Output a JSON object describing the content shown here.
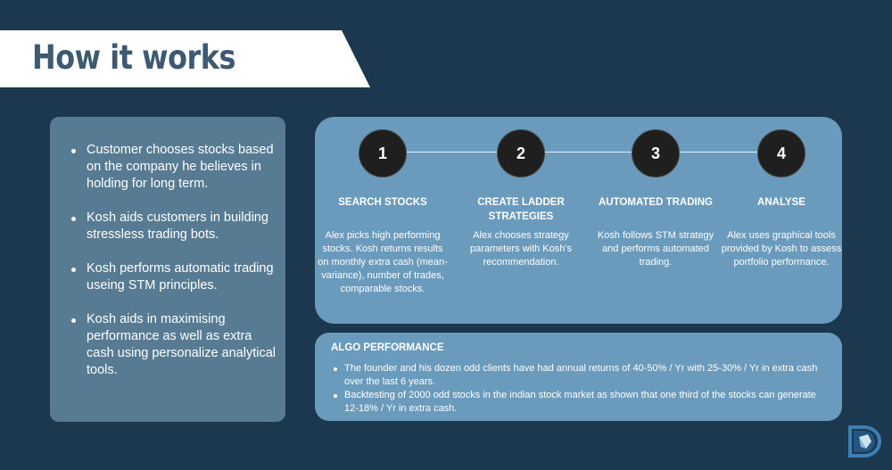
{
  "title": "How it works",
  "left_panel": {
    "items": [
      "Customer chooses stocks based on the company he believes in holding for long term.",
      "Kosh aids customers in building stressless trading bots.",
      "Kosh performs automatic trading useing STM principles.",
      "Kosh aids in maximising performance as well as extra cash using personalize analytical tools."
    ]
  },
  "steps": [
    {
      "number": "1",
      "title": "SEARCH STOCKS",
      "description": "Alex picks high performing stocks. Kosh returns results on monthly extra cash (mean-variance), number of trades, comparable stocks."
    },
    {
      "number": "2",
      "title": "CREATE LADDER STRATEGIES",
      "description": "Alex chooses strategy parameters with Kosh's recommendation."
    },
    {
      "number": "3",
      "title": "AUTOMATED TRADING",
      "description": "Kosh follows STM strategy and performs automated trading."
    },
    {
      "number": "4",
      "title": "ANALYSE",
      "description": "Alex uses graphical tools provided by Kosh to assess portfolio performance."
    }
  ],
  "algo_performance": {
    "title": "ALGO PERFORMANCE",
    "items": [
      "The founder and his dozen odd clients have had annual returns of 40-50% / Yr with 25-30% / Yr in extra cash over the last 6 years.",
      "Backtesting of 2000 odd stocks in the indian stock market as shown that one third of the stocks can generate 12-18% / Yr in extra cash."
    ]
  },
  "colors": {
    "background": "#1b384f",
    "left_card": "#577b93",
    "steps_card": "#6a9bbc",
    "title_text": "#3c5a72",
    "step_circle": "#1f1f1f"
  },
  "icons": {
    "logo": "kosh-d-logo-icon"
  }
}
